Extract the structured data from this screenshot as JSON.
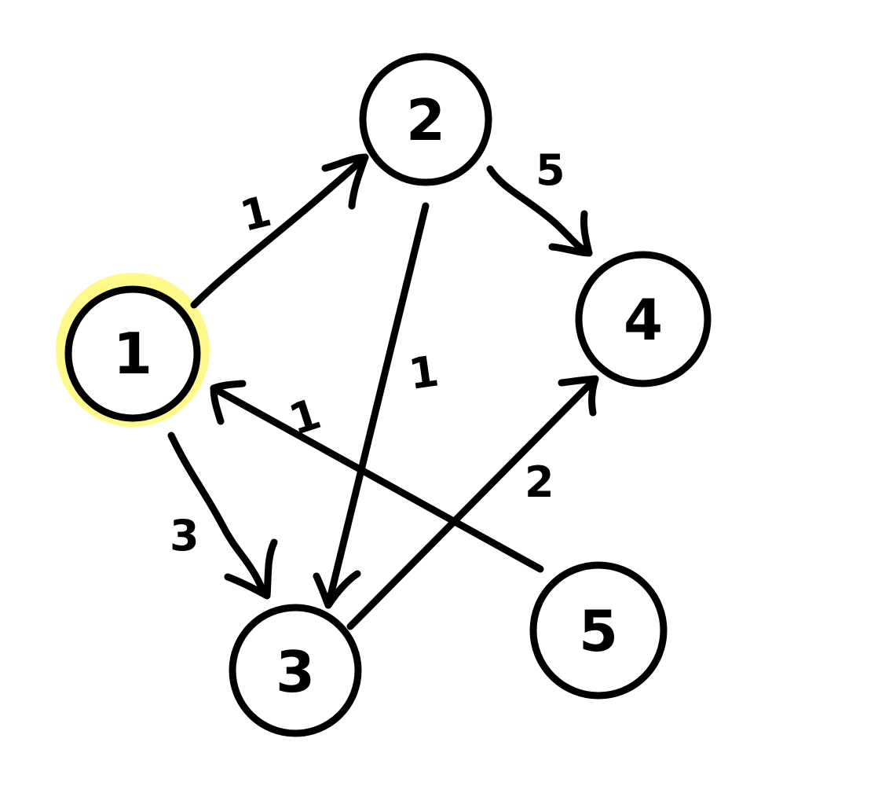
{
  "diagram": {
    "type": "directed-weighted-graph",
    "highlight_color": "#fff98a",
    "nodes": [
      {
        "id": "1",
        "label": "1",
        "highlighted": true
      },
      {
        "id": "2",
        "label": "2",
        "highlighted": false
      },
      {
        "id": "3",
        "label": "3",
        "highlighted": false
      },
      {
        "id": "4",
        "label": "4",
        "highlighted": false
      },
      {
        "id": "5",
        "label": "5",
        "highlighted": false
      }
    ],
    "edges": [
      {
        "from": "1",
        "to": "2",
        "weight": "1"
      },
      {
        "from": "1",
        "to": "3",
        "weight": "3"
      },
      {
        "from": "2",
        "to": "3",
        "weight": "1"
      },
      {
        "from": "2",
        "to": "4",
        "weight": "5"
      },
      {
        "from": "3",
        "to": "4",
        "weight": "2"
      },
      {
        "from": "5",
        "to": "1",
        "weight": "1"
      }
    ]
  }
}
